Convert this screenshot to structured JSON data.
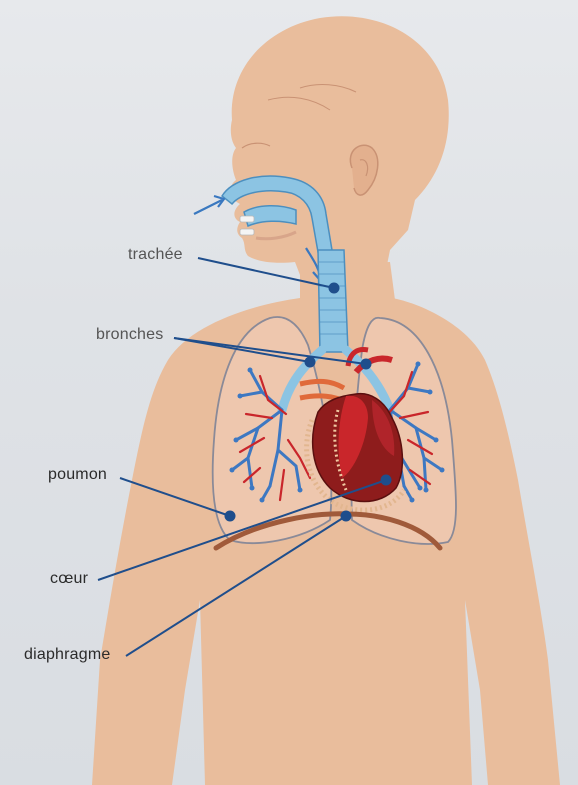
{
  "diagram": {
    "labels": {
      "trachee": "trachée",
      "bronches": "bronches",
      "poumon": "poumon",
      "coeur": "cœur",
      "diaphragme": "diaphragme"
    }
  },
  "colors": {
    "skin": "#e9bd9c",
    "airway": "#8cc4e3",
    "airway_outline": "#4c8fbf",
    "blood_red": "#c9262b",
    "vein_blue": "#3d78c2",
    "pointer": "#1f4e8c",
    "diaphragm": "#a05a3a"
  }
}
